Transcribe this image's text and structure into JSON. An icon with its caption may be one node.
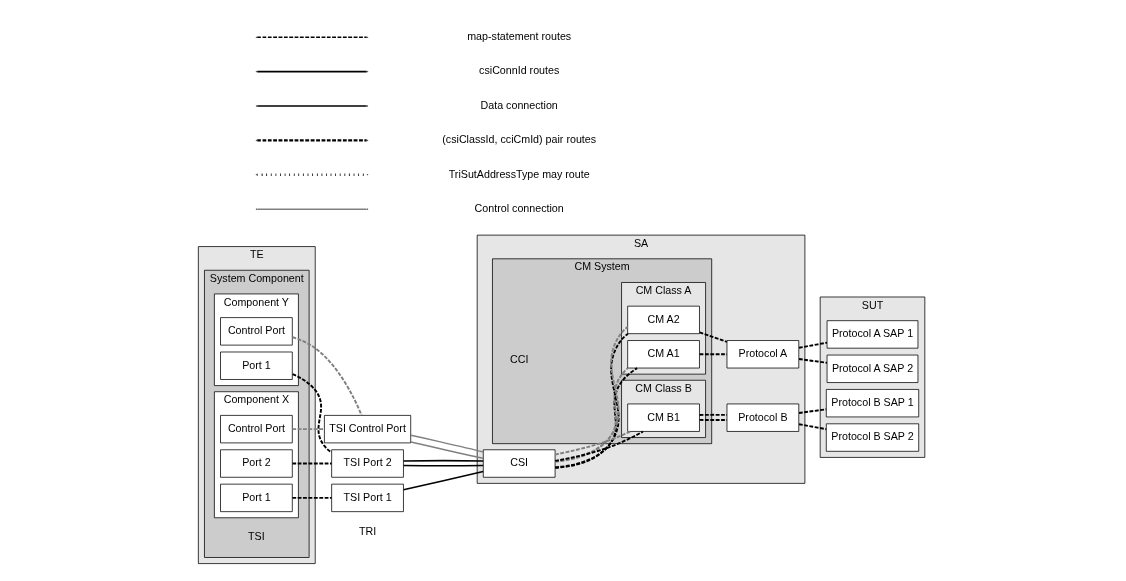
{
  "diagram": {
    "nodes": [
      {
        "text": [
          "TE"
        ]
      },
      {
        "text": [
          "System Component"
        ],
        "in": 0
      },
      {
        "text": [
          "Component X"
        ],
        "in": 1
      },
      {
        "text": [
          "Port 1"
        ],
        "in": 2
      },
      {
        "text": [
          "Port 2"
        ],
        "in": 2
      },
      {
        "text": [
          "Control Port"
        ],
        "in": 2
      },
      {
        "text": [
          "Component Y"
        ],
        "in": 1
      },
      {
        "text": [
          "Port 1"
        ],
        "in": 6
      },
      {
        "text": [
          "Control Port"
        ],
        "in": 6
      },
      {
        "text": [
          "TSI Port 1"
        ]
      },
      {
        "text": [
          "TSI Port 2"
        ]
      },
      {
        "text": [
          "TSI Control Port"
        ]
      },
      {
        "text": [
          "SA"
        ]
      },
      {
        "text": [
          "CSI"
        ],
        "in": 12
      },
      {
        "text": [
          "CM System"
        ],
        "in": 12
      },
      {
        "text": [
          "CM Class A"
        ],
        "in": 14
      },
      {
        "text": [
          "CM A1"
        ],
        "in": 15
      },
      {
        "text": [
          "CM A2"
        ],
        "in": 15
      },
      {
        "text": [
          "CM Class B"
        ],
        "in": 14
      },
      {
        "text": [
          "CM B1"
        ],
        "in": 18
      },
      {
        "text": [
          "Protocol A"
        ],
        "in": 12
      },
      {
        "text": [
          "Protocol B"
        ],
        "in": 12
      },
      {
        "text": [
          "SUT"
        ]
      },
      {
        "text": [
          "Protocol A SAP 1"
        ],
        "in": 22
      },
      {
        "text": [
          "Protocol A SAP 2"
        ],
        "in": 22
      },
      {
        "text": [
          "Protocol B SAP 1"
        ],
        "in": 22
      },
      {
        "text": [
          "Protocol B SAP 2"
        ],
        "in": 22
      }
    ],
    "edges": [
      {
        "from": 3,
        "to": 9,
        "arrow": "none",
        "style": "dashed"
      },
      {
        "from": 4,
        "to": 10,
        "arrow": "none",
        "style": "dashed"
      },
      {
        "from": 7,
        "to": 10,
        "arrow": "none",
        "style": "dashed"
      },
      {
        "from": 5,
        "to": 11,
        "arrow": "none",
        "style": "dashed",
        "color": "#808080"
      },
      {
        "from": 8,
        "to": 11,
        "arrow": "none",
        "style": "dashed",
        "color": "#808080"
      },
      {
        "from": 9,
        "to": 13,
        "arrow": "none"
      },
      {
        "from": 10,
        "to": 13,
        "arrow": "none"
      },
      {
        "from": 10,
        "to": 13,
        "arrow": "none"
      },
      {
        "from": 11,
        "to": 13,
        "arrow": "none",
        "color": "#808080"
      },
      {
        "from": 11,
        "to": 13,
        "arrow": "none",
        "color": "#808080"
      },
      {
        "from": 13,
        "to": 16,
        "arrow": "none",
        "style": "dashed"
      },
      {
        "from": 13,
        "to": 17,
        "arrow": "none",
        "style": "dashed"
      },
      {
        "from": 13,
        "to": 19,
        "arrow": "none",
        "style": "dashed"
      },
      {
        "from": 13,
        "to": 16,
        "arrow": "none",
        "style": "dashed",
        "color": "#808080"
      },
      {
        "from": 13,
        "to": 17,
        "arrow": "none",
        "style": "dashed",
        "color": "#808080"
      },
      {
        "from": 13,
        "to": 19,
        "arrow": "none",
        "style": "dashed",
        "color": "#808080"
      },
      {
        "from": 16,
        "to": 20,
        "arrow": "none",
        "style": "dashed"
      },
      {
        "from": 17,
        "to": 20,
        "arrow": "none",
        "style": "dashed"
      },
      {
        "from": 19,
        "to": 21,
        "arrow": "none",
        "style": "dashed"
      },
      {
        "from": 19,
        "to": 21,
        "arrow": "none",
        "style": "dashed"
      },
      {
        "from": 20,
        "to": 23,
        "arrow": "none",
        "style": "dashed"
      },
      {
        "from": 20,
        "to": 24,
        "arrow": "none",
        "style": "dashed"
      },
      {
        "from": 21,
        "to": 25,
        "arrow": "none",
        "style": "dashed"
      },
      {
        "from": 21,
        "to": 26,
        "arrow": "none",
        "style": "dashed"
      }
    ],
    "labels": [
      "TRI",
      "TSI",
      "CCI"
    ],
    "legend": [
      {
        "text": "map-statement routes"
      },
      {
        "text": "csiConnId routes"
      },
      {
        "text": "Data connection"
      },
      {
        "text": "(csiClassId, cciCmId) pair routes"
      },
      {
        "text": "TriSutAddressType may route"
      },
      {
        "text": "Control connection"
      }
    ]
  }
}
